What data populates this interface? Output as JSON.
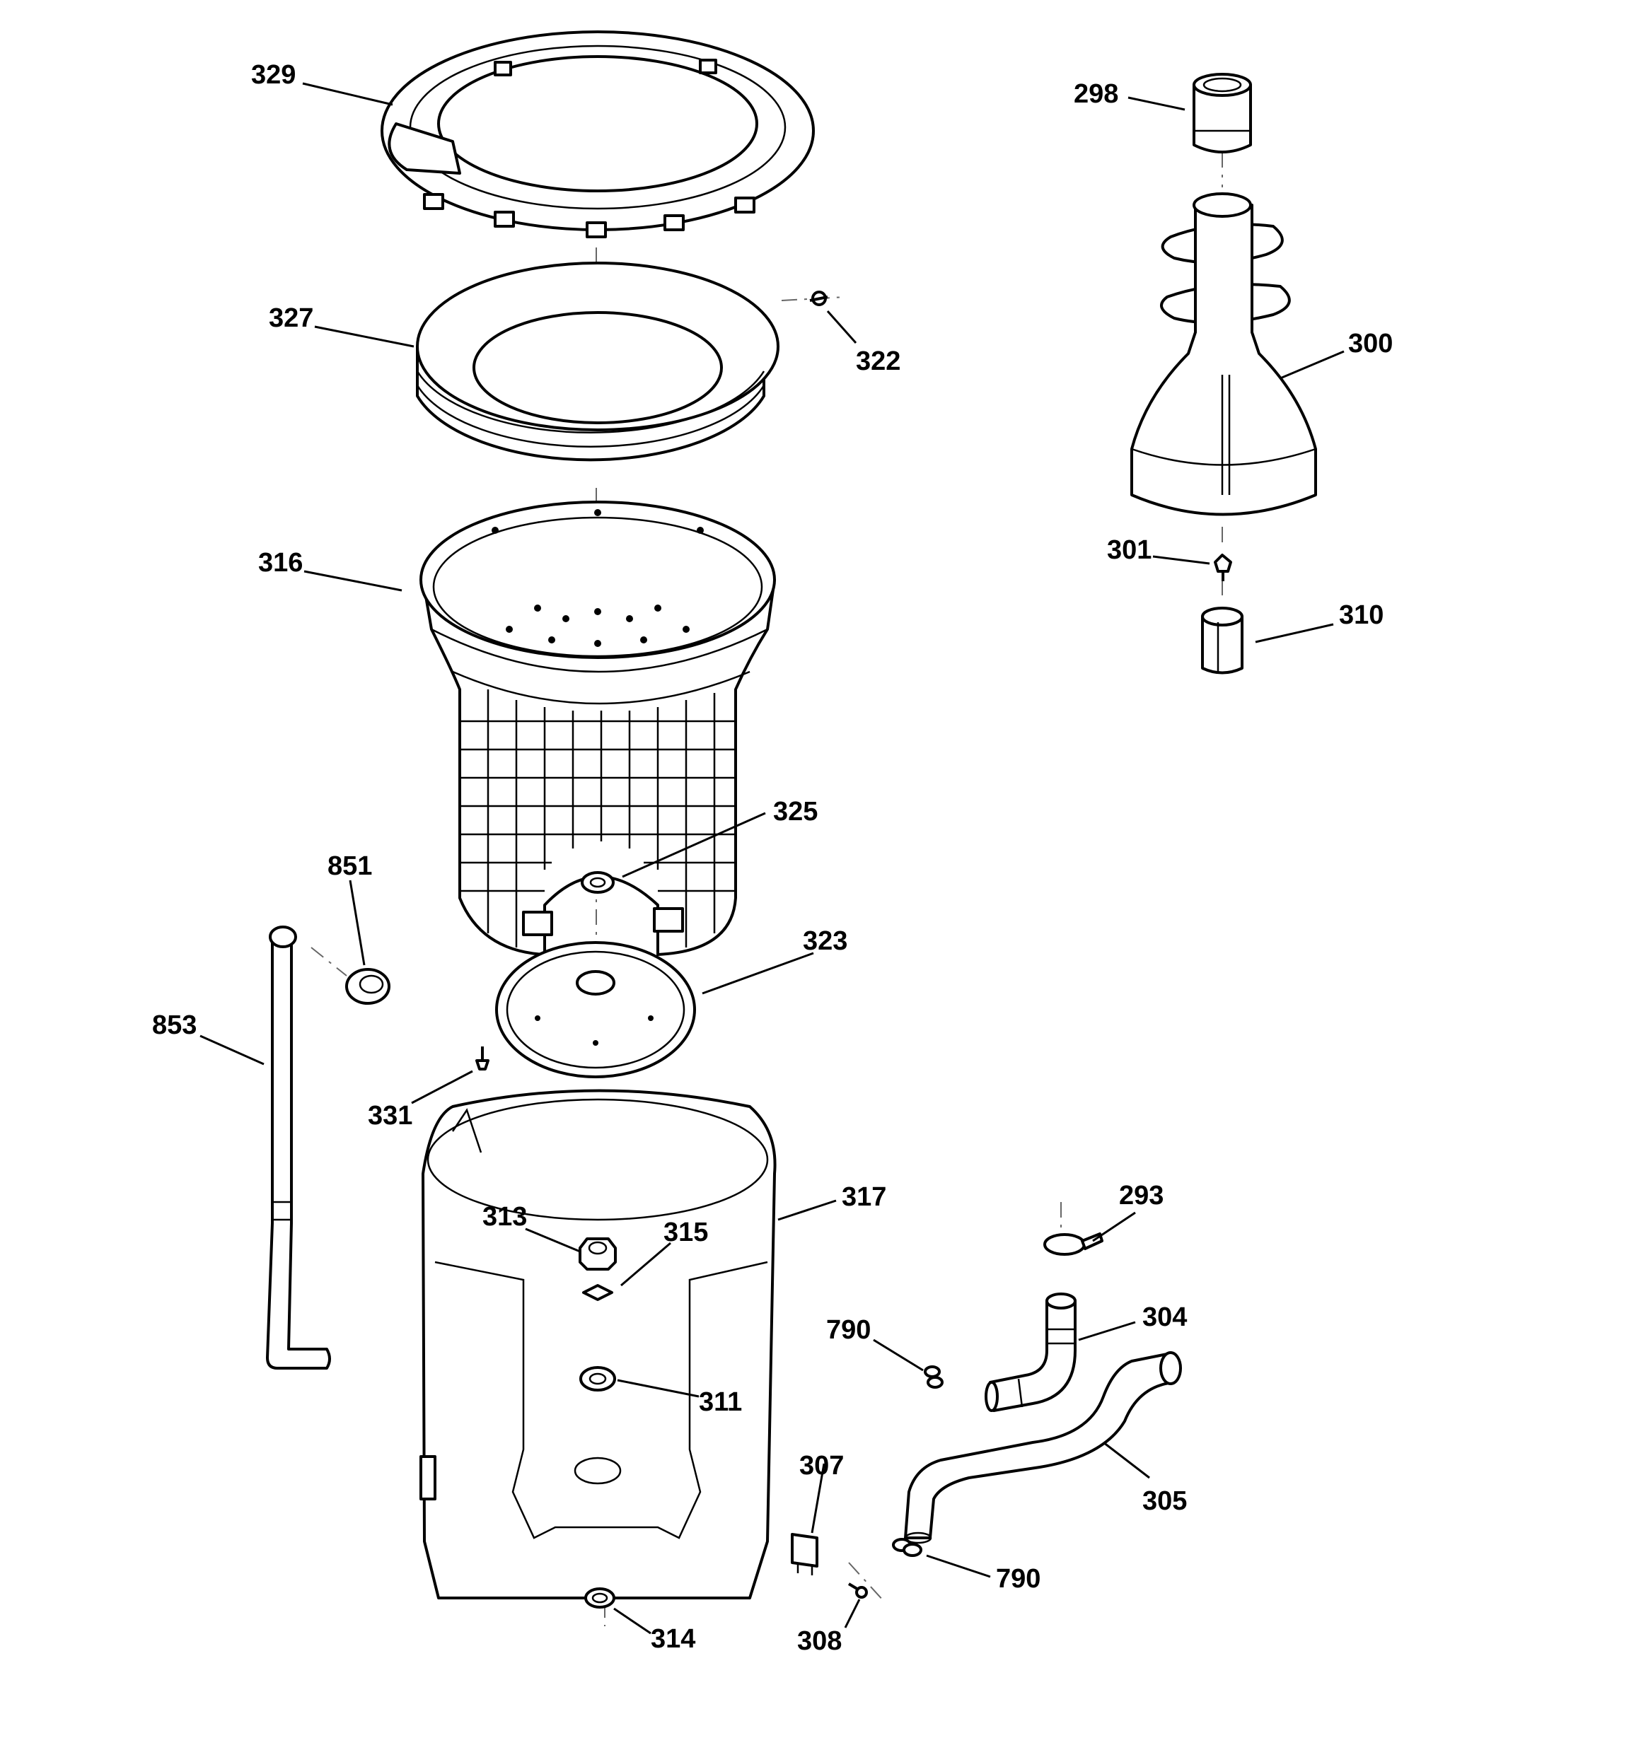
{
  "callouts": {
    "c329": "329",
    "c298": "298",
    "c327": "327",
    "c322": "322",
    "c300": "300",
    "c316": "316",
    "c301": "301",
    "c310": "310",
    "c325": "325",
    "c851": "851",
    "c323": "323",
    "c853": "853",
    "c331": "331",
    "c317": "317",
    "c293": "293",
    "c313": "313",
    "c315": "315",
    "c304": "304",
    "c790a": "790",
    "c311": "311",
    "c307": "307",
    "c305": "305",
    "c790b": "790",
    "c314": "314",
    "c308": "308"
  }
}
